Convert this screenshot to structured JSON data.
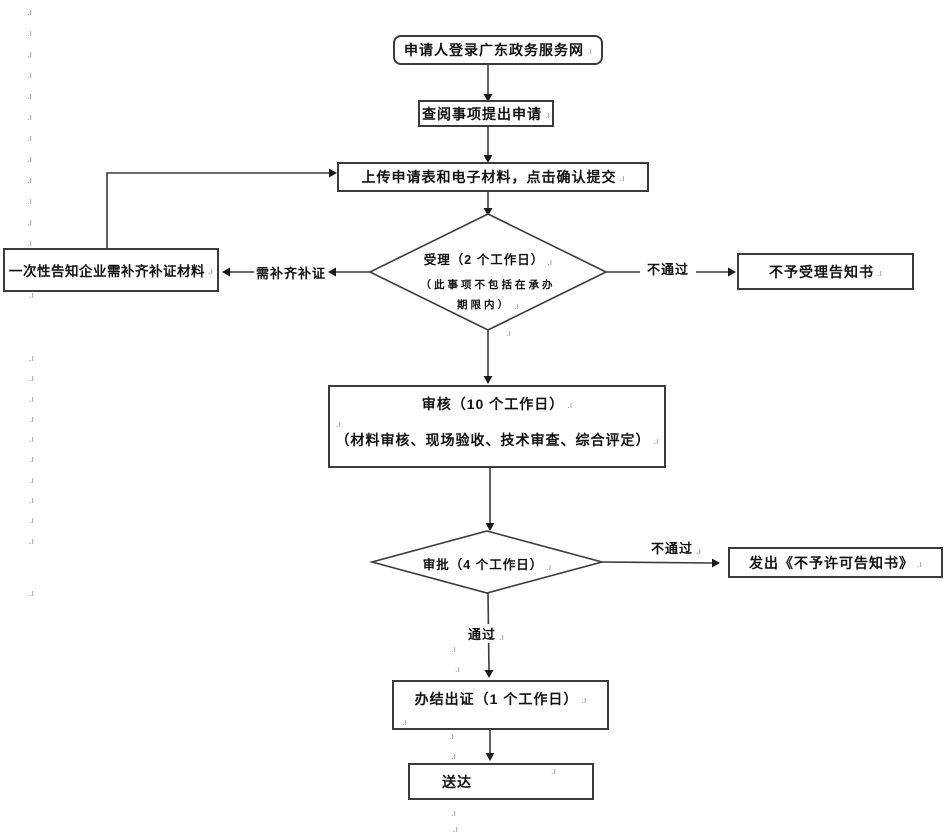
{
  "meta": {
    "mark": ".ı"
  },
  "colors": {
    "line": "#3b3b3b",
    "text": "#111111",
    "mark": "#8f8f8f",
    "background": "#ffffff"
  },
  "nodes": {
    "start": {
      "text": "申请人登录广东政务服务网"
    },
    "browse": {
      "text": "查阅事项提出申请"
    },
    "upload": {
      "text": "上传申请表和电子材料，点击确认提交"
    },
    "accept": {
      "title": "受理（2 个工作日）",
      "note1": "（此事项不包括在承办",
      "note2": "期限内）"
    },
    "notify": {
      "text": "一次性告知企业需补齐补证材料"
    },
    "not_accept": {
      "text": "不予受理告知书"
    },
    "audit": {
      "title": "审核（10 个工作日）",
      "detail": "（材料审核、现场验收、技术审查、综合评定）"
    },
    "approve": {
      "text": "审批（4 个工作日）"
    },
    "reject_notice": {
      "text": "发出《不予许可告知书》"
    },
    "complete": {
      "text": "办结出证（1 个工作日）"
    },
    "deliver": {
      "text": "送达"
    }
  },
  "edge_labels": {
    "need_supplement": "需补齐补证",
    "not_pass_accept": "不通过",
    "not_pass_approve": "不通过",
    "pass": "通过"
  }
}
